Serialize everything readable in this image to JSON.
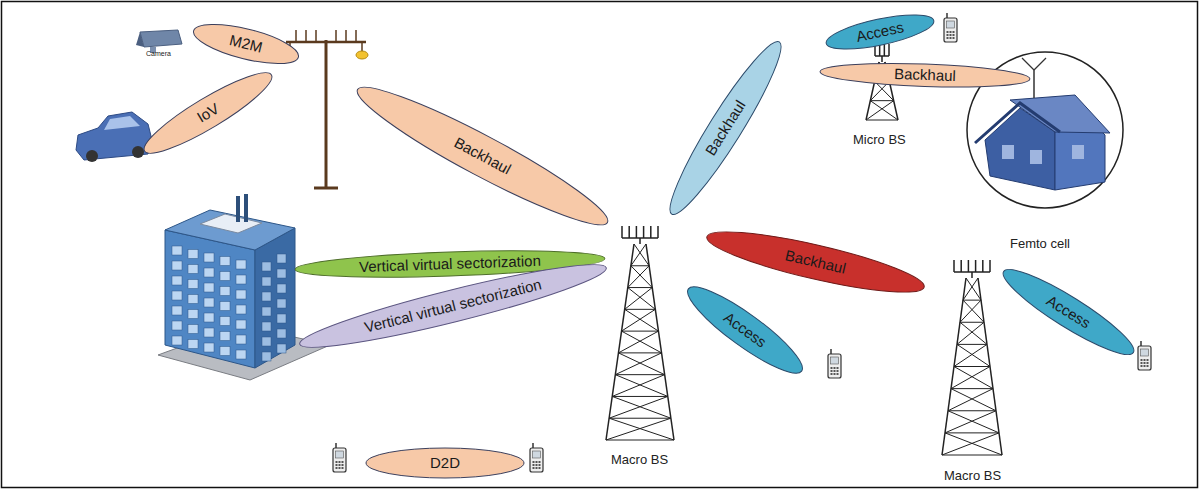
{
  "diagram": {
    "nodes": [
      {
        "text": [
          "M2M"
        ]
      },
      {
        "text": [
          "IoV"
        ]
      },
      {
        "text": [
          "Access"
        ]
      },
      {
        "text": [
          "Backhaul"
        ]
      },
      {
        "text": [
          "Backhaul"
        ]
      },
      {
        "text": [
          "Backhaul"
        ]
      },
      {
        "text": [
          "Vertical virtual sectorization"
        ]
      },
      {
        "text": [
          "Backhaul"
        ]
      },
      {
        "text": [
          "Vertical virtual sectorization"
        ]
      },
      {
        "text": [
          "Access"
        ]
      },
      {
        "text": [
          "Access"
        ]
      },
      {
        "text": [
          "D2D"
        ]
      }
    ],
    "labels": [
      "Camera",
      "Micro BS",
      "Femto cell",
      "Macro BS",
      "Macro BS"
    ]
  }
}
